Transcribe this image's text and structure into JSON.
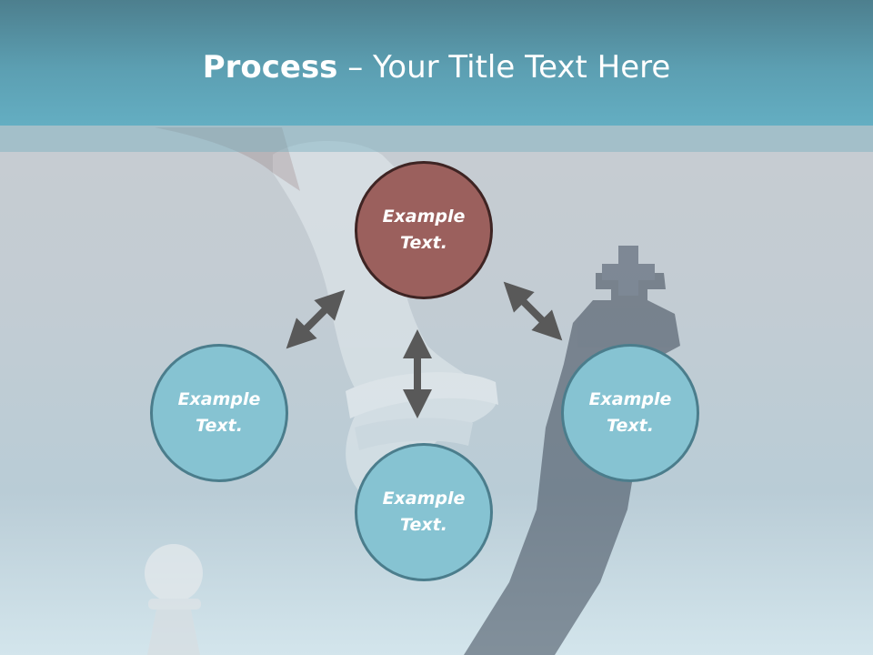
{
  "title": {
    "bold": "Process",
    "rest": " – Your Title Text Here"
  },
  "nodes": {
    "top": "Example Text.",
    "left": "Example Text.",
    "right": "Example Text.",
    "bottom": "Example Text."
  },
  "colors": {
    "header": "#5c9fb2",
    "node_fill": "#86c3d2",
    "node_border": "#4b7d8c",
    "top_node_fill": "#9b605d",
    "top_node_border": "#3e2423",
    "arrow": "#595959"
  },
  "icons": [
    "double-arrow-icon",
    "chess-king-icon",
    "chess-pawn-icon"
  ]
}
